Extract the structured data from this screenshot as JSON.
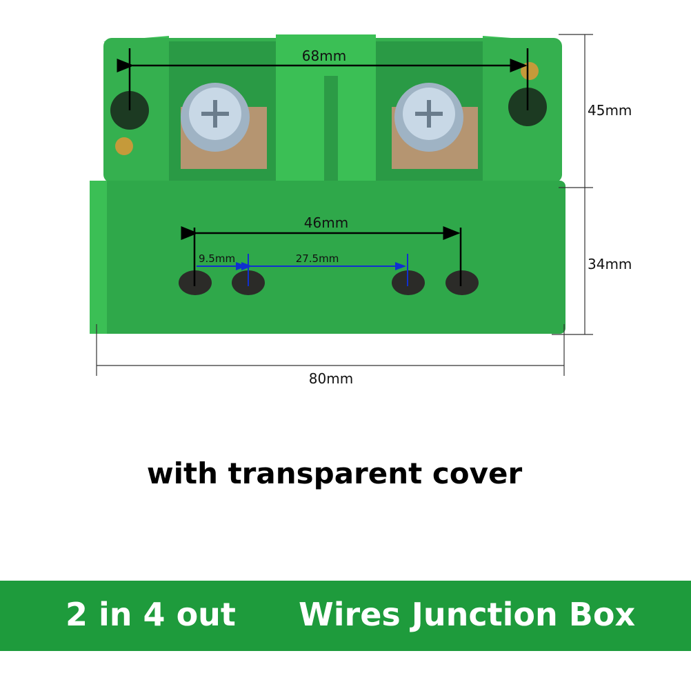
{
  "dimensions": {
    "mount_hole_spacing": "68mm",
    "cover_height": "45mm",
    "body_height": "34mm",
    "width": "80mm",
    "outer_hole_spacing": "46mm",
    "adjacent_hole_spacing": "9.5mm",
    "inner_hole_spacing": "27.5mm"
  },
  "subtitle": "with transparent cover",
  "banner": {
    "left_text": "2 in 4 out",
    "right_text": "Wires Junction Box"
  },
  "colors": {
    "box_green": "#2fa84a",
    "banner_green": "#1e9b3c",
    "dim_blue": "#1030d0"
  }
}
